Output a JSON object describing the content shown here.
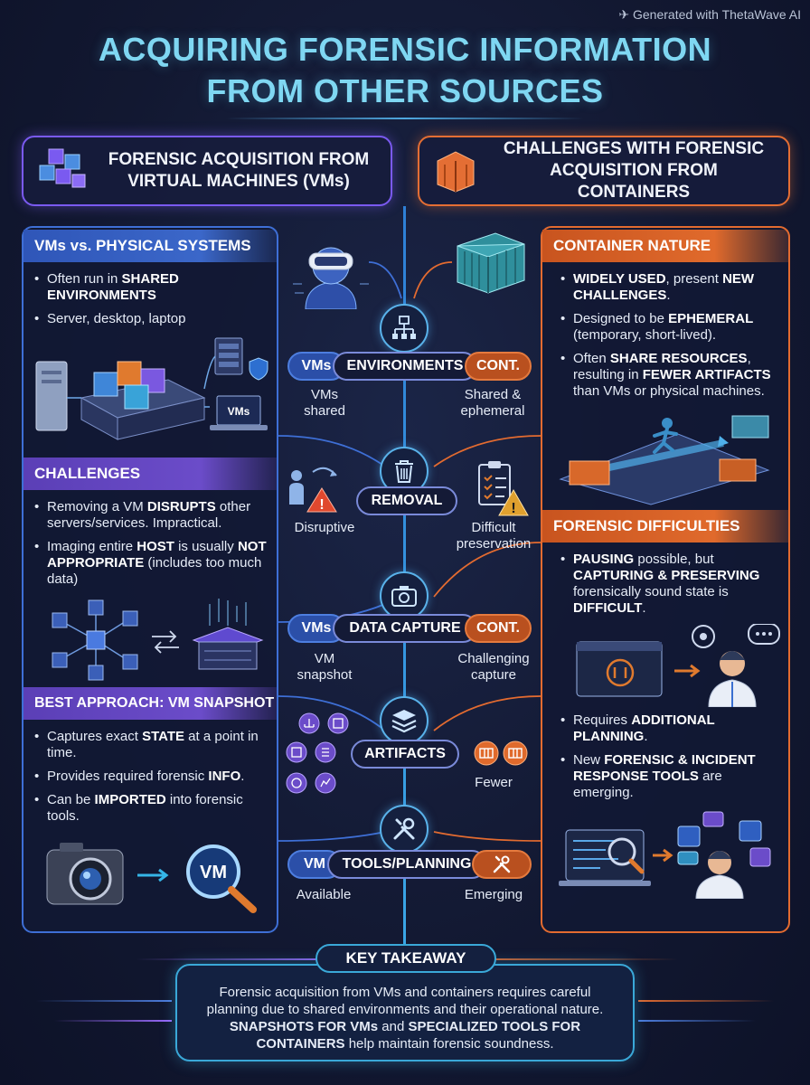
{
  "watermark": "Generated with ThetaWave AI",
  "title": {
    "line1": "ACQUIRING FORENSIC INFORMATION",
    "line2": "FROM OTHER SOURCES"
  },
  "left_header": {
    "line1": "FORENSIC ACQUISITION FROM",
    "line2": "VIRTUAL MACHINES (VMs)"
  },
  "right_header": {
    "line1": "CHALLENGES WITH FORENSIC",
    "line2": "ACQUISITION FROM CONTAINERS"
  },
  "left_panel": {
    "vms_vs_physical": {
      "heading": "VMs vs. PHYSICAL SYSTEMS",
      "b1_pre": "Often run in ",
      "b1_bold": "SHARED ENVIRONMENTS",
      "b2": "Server, desktop, laptop",
      "illustration_label": "VMs",
      "illustration_badge": "VMs"
    },
    "challenges": {
      "heading": "CHALLENGES",
      "b1_pre": "Removing a VM ",
      "b1_bold": "DISRUPTS",
      "b1_post": " other servers/services. Impractical.",
      "b2_pre": "Imaging entire ",
      "b2_bold1": "HOST",
      "b2_mid": " is usually ",
      "b2_bold2": "NOT APPROPRIATE",
      "b2_post": " (includes too much data)"
    },
    "best_approach": {
      "heading": "BEST APPROACH: VM SNAPSHOT",
      "b1_pre": "Captures exact ",
      "b1_bold": "STATE",
      "b1_post": " at a point in time.",
      "b2_pre": "Provides required forensic ",
      "b2_bold": "INFO",
      "b2_post": ".",
      "b3_pre": "Can be ",
      "b3_bold": "IMPORTED",
      "b3_post": " into forensic tools.",
      "lens_label": "VM"
    }
  },
  "right_panel": {
    "container_nature": {
      "heading": "CONTAINER NATURE",
      "b1_bold1": "WIDELY USED",
      "b1_mid": ", present ",
      "b1_bold2": "NEW CHALLENGES",
      "b1_post": ".",
      "b2_pre": "Designed to be ",
      "b2_bold": "EPHEMERAL",
      "b2_post": " (temporary, short-lived).",
      "b3_pre": "Often ",
      "b3_bold1": "SHARE RESOURCES",
      "b3_mid": ", resulting in ",
      "b3_bold2": "FEWER ARTIFACTS",
      "b3_post": " than VMs or physical machines."
    },
    "forensic_difficulties": {
      "heading": "FORENSIC DIFFICULTIES",
      "b1_bold1": "PAUSING",
      "b1_mid1": " possible, but ",
      "b1_bold2": "CAPTURING & PRESERVING",
      "b1_mid2": " forensically sound state is ",
      "b1_bold3": "DIFFICULT",
      "b1_post": ".",
      "b2_pre": "Requires ",
      "b2_bold": "ADDITIONAL PLANNING",
      "b2_post": ".",
      "b3_pre": "New ",
      "b3_bold": "FORENSIC & INCIDENT RESPONSE TOOLS",
      "b3_post": " are emerging."
    }
  },
  "center": {
    "environments": {
      "left_tag": "VMs",
      "label": "ENVIRONMENTS",
      "right_tag": "CONT.",
      "left_sub": "VMs shared",
      "right_sub": "Shared & ephemeral"
    },
    "removal": {
      "label": "REMOVAL",
      "left_sub": "Disruptive",
      "right_sub": "Difficult preservation"
    },
    "data_capture": {
      "left_tag": "VMs",
      "label": "DATA CAPTURE",
      "right_tag": "CONT.",
      "left_sub": "VM snapshot",
      "right_sub": "Challenging capture"
    },
    "artifacts": {
      "label": "ARTIFACTS",
      "right_sub": "Fewer"
    },
    "tools_planning": {
      "left_tag": "VM",
      "label": "TOOLS/PLANNING",
      "left_sub": "Available",
      "right_sub": "Emerging"
    }
  },
  "key_takeaway": {
    "label": "KEY TAKEAWAY",
    "t1": "Forensic acquisition from VMs and containers requires careful planning due to shared environments and their operational nature. ",
    "b1": "SNAPSHOTS FOR VMs",
    "t2": " and ",
    "b2": "SPECIALIZED TOOLS FOR CONTAINERS",
    "t3": " help maintain forensic soundness."
  },
  "colors": {
    "vm_accent": "#3e6fd6",
    "container_accent": "#e36b30",
    "challenge_accent": "#6b4cc9",
    "spine": "#3aa6e6",
    "title": "#7fd7f2"
  }
}
